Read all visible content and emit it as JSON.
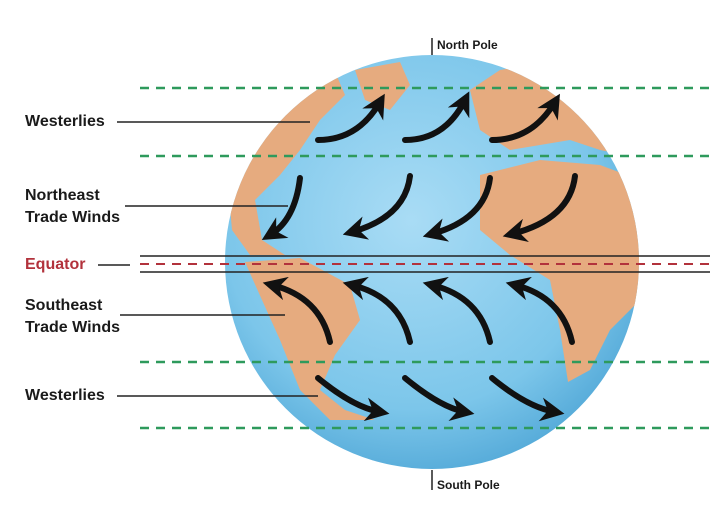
{
  "labels": {
    "westerlies_north": "Westerlies",
    "northeast_trade_winds": [
      "Northeast",
      "Trade Winds"
    ],
    "equator": "Equator",
    "southeast_trade_winds": [
      "Southeast",
      "Trade Winds"
    ],
    "westerlies_south": "Westerlies",
    "north_pole": "North Pole",
    "south_pole": "South Pole"
  },
  "colors": {
    "ocean": "#7cc6ea",
    "land": "#e6ab7f",
    "latitude_lines": "#2e9a5c",
    "equator_line": "#b2323c",
    "equator_text": "#b2323c",
    "arrows": "#111111"
  }
}
